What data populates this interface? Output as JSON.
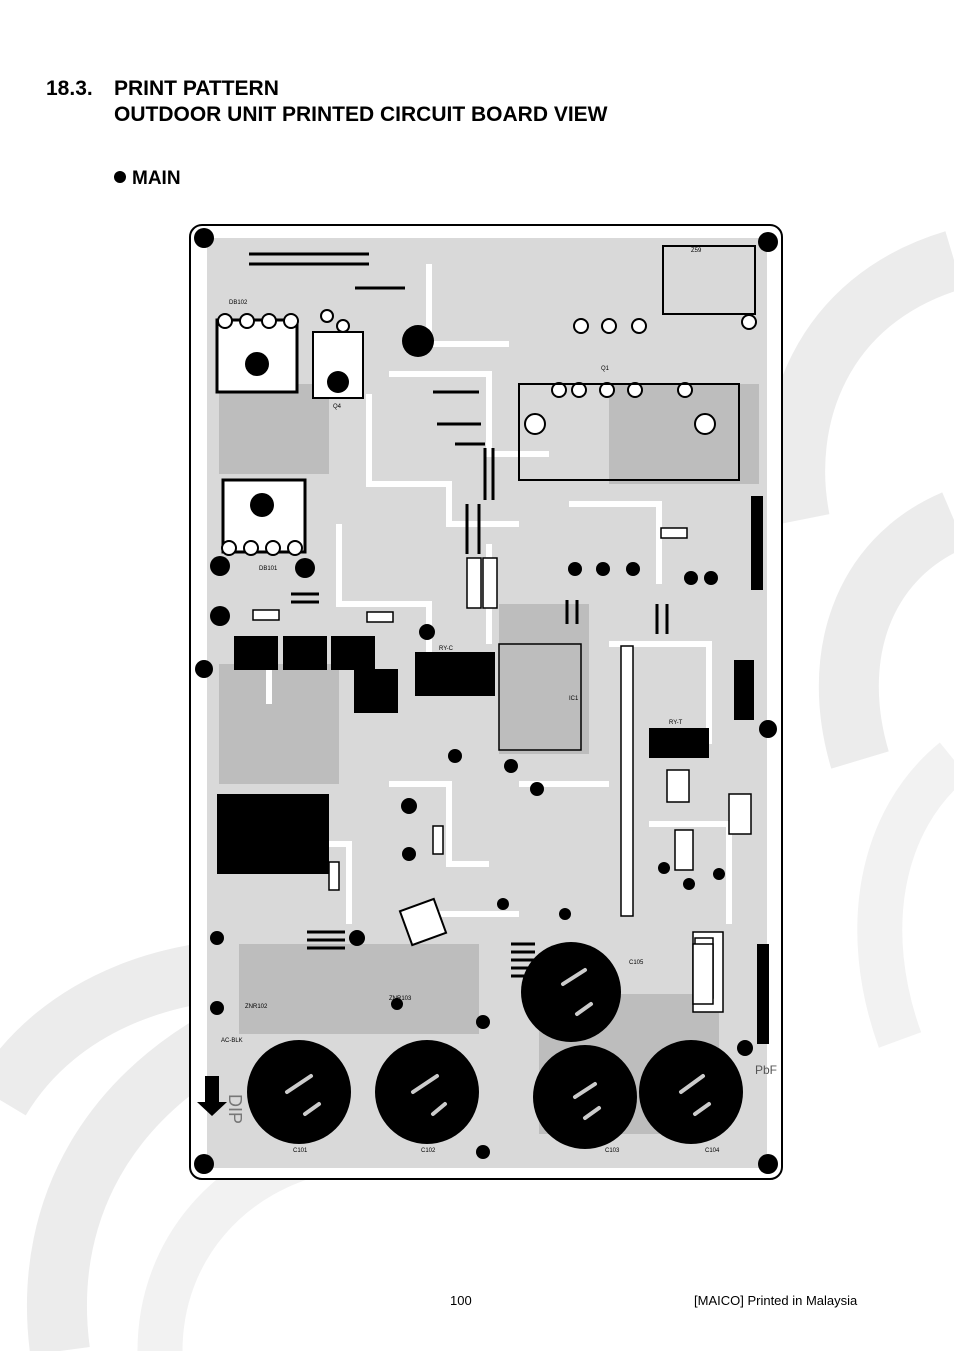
{
  "section": {
    "number": "18.3.",
    "title_line1": "PRINT PATTERN",
    "title_line2": "OUTDOOR UNIT PRINTED CIRCUIT BOARD VIEW"
  },
  "subsection": {
    "label": "MAIN"
  },
  "board": {
    "labels": {
      "q4": "Q4",
      "q1": "Q1",
      "db102": "DB102",
      "db101": "DB101",
      "z59": "Z59",
      "c101": "C101",
      "c102": "C102",
      "c103": "C103",
      "c104": "C104",
      "c105": "C105",
      "ic1": "IC1",
      "ry_c": "RY-C",
      "ry_t": "RY-T",
      "pbf": "PbF",
      "dip": "DIP",
      "ac_blk": "AC-BLK",
      "znr102": "ZNR102",
      "znr103": "ZNR103"
    }
  },
  "footer": {
    "page_number": "100",
    "printed": "[MAICO] Printed in Malaysia"
  }
}
